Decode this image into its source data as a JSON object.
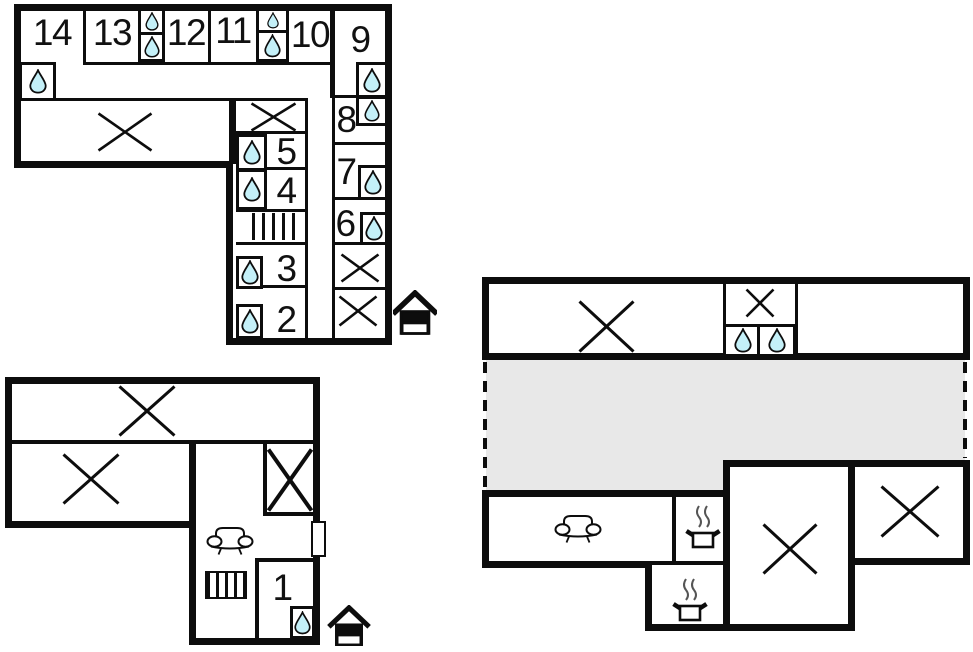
{
  "plan": {
    "kind": "floor-plan",
    "sections": [
      "upper-floor-l-shaped",
      "lower-left-floor",
      "right-floor-with-terrace"
    ]
  },
  "colors": {
    "wall": "#0d0d0d",
    "water_drop": "#c4f0f8",
    "terrace": "#e8e8e8",
    "background": "#ffffff"
  },
  "labels": {
    "r1": "1",
    "r2": "2",
    "r3": "3",
    "r4": "4",
    "r5": "5",
    "r6": "6",
    "r7": "7",
    "r8": "8",
    "r9": "9",
    "r10": "10",
    "r11": "11",
    "r12": "12",
    "r13": "13",
    "r14": "14"
  },
  "icons": {
    "water_drop": "water-drop-icon",
    "x_mark": "x-mark-icon",
    "house": "house-icon",
    "stairs": "stairs-icon",
    "sofa": "sofa-icon",
    "cooking_pot": "cooking-pot-icon",
    "door": "door-marker"
  }
}
